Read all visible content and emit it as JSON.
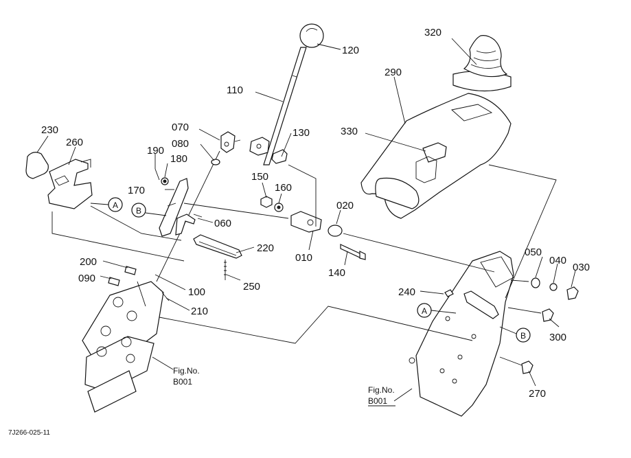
{
  "parts": {
    "p120": "120",
    "p110": "110",
    "p130": "130",
    "p070": "070",
    "p080": "080",
    "p190": "190",
    "p180": "180",
    "p170": "170",
    "p060": "060",
    "p220": "220",
    "p250": "250",
    "p100": "100",
    "p200": "200",
    "p090": "090",
    "p210": "210",
    "p230": "230",
    "p260": "260",
    "p150": "150",
    "p160": "160",
    "p020": "020",
    "p010": "010",
    "p140": "140",
    "p320": "320",
    "p290": "290",
    "p330": "330",
    "p050": "050",
    "p040": "040",
    "p030": "030",
    "p240": "240",
    "p300": "300",
    "p270": "270"
  },
  "callouts": {
    "a": "A",
    "b": "B"
  },
  "fig_ref_left": {
    "line1": "Fig.No.",
    "line2": "B001"
  },
  "fig_ref_right": {
    "line1": "Fig.No.",
    "line2": "B001"
  },
  "drawing_id": "7J266-025-11"
}
